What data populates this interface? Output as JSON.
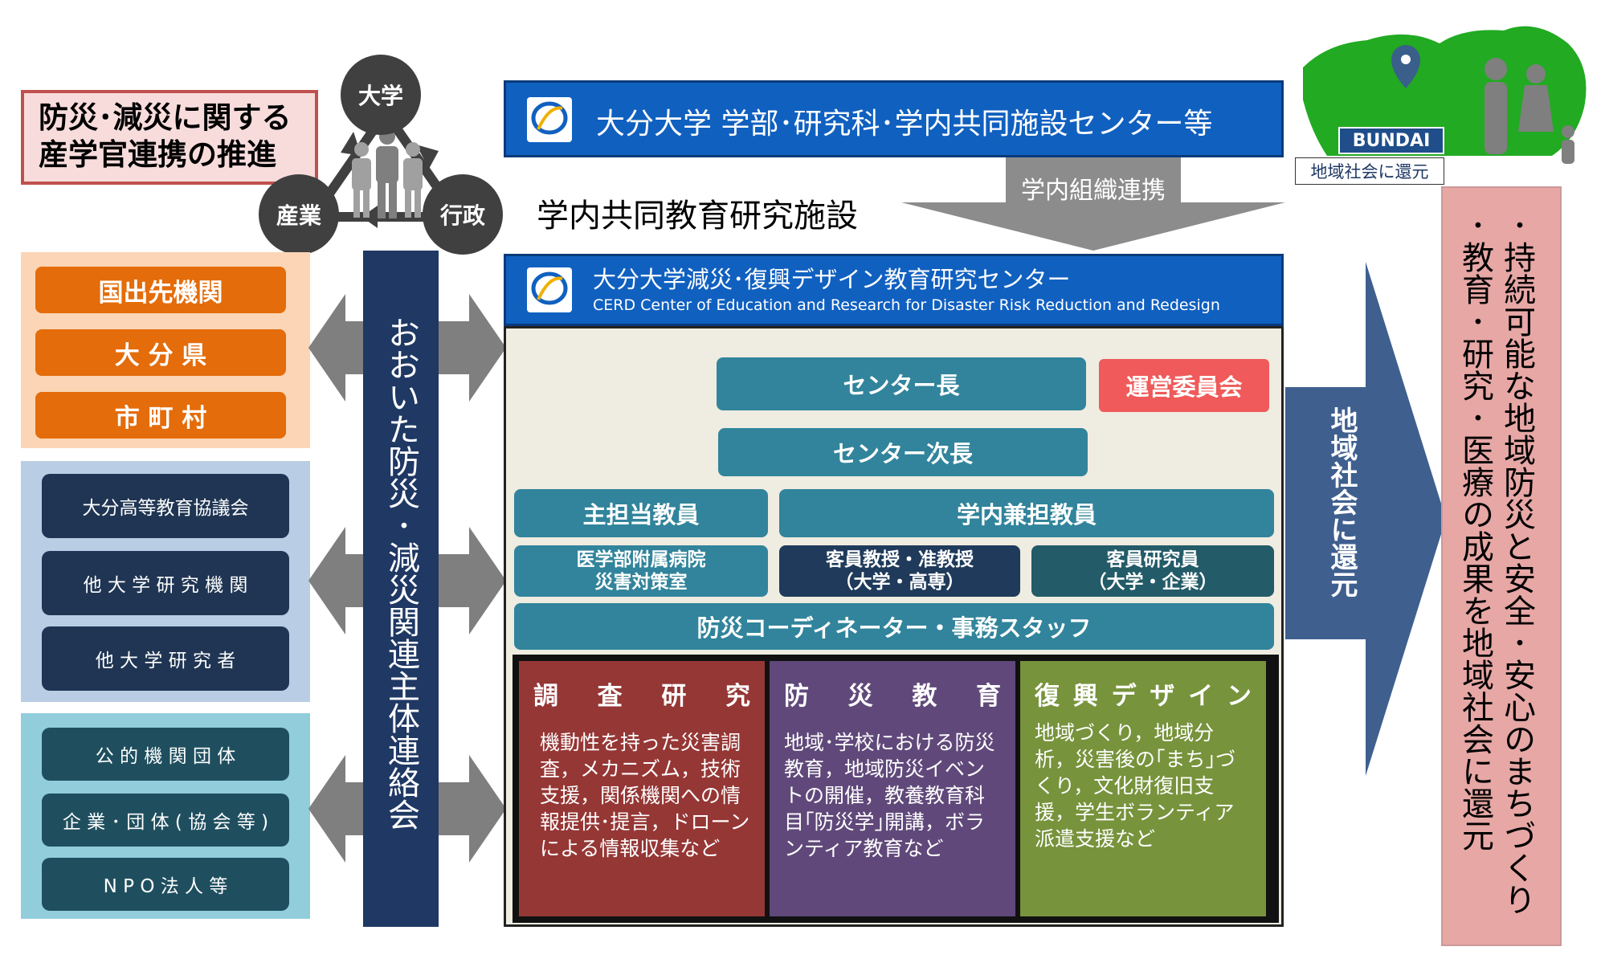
{
  "promo": {
    "line1": "防災･減災に関する",
    "line2": "産学官連携の推進"
  },
  "triad": {
    "university": "大学",
    "industry": "産業",
    "government": "行政"
  },
  "left_groups": {
    "group1": [
      "国出先機関",
      "大 分 県",
      "市 町 村"
    ],
    "group2": [
      "大分高等教育協議会",
      "他 大 学 研 究 機 関",
      "他 大 学 研 究 者"
    ],
    "group3": [
      "公 的 機 関 団 体",
      "企 業 ･ 団 体 ( 協 会 等 )",
      "N P O 法 人 等"
    ]
  },
  "liaison": {
    "label": "おおいた防災･減災関連主体連絡会"
  },
  "top_header": {
    "title": "大分大学 学部･研究科･学内共同施設センター等"
  },
  "internal": {
    "link_label": "学内組織連携",
    "facility_label": "学内共同教育研究施設"
  },
  "cerd": {
    "title_ja": "大分大学減災･復興デザイン教育研究センター",
    "title_en": "CERD Center of Education and Research for Disaster Risk Reduction and Redesign"
  },
  "org": {
    "director": "センター長",
    "committee": "運営委員会",
    "vice_director": "センター次長",
    "main_faculty": "主担当教員",
    "joint_faculty": "学内兼担教員",
    "hospital_line1": "医学部附属病院",
    "hospital_line2": "災害対策室",
    "visiting_prof_line1": "客員教授・准教授",
    "visiting_prof_line2": "（大学・高専）",
    "visiting_res_line1": "客員研究員",
    "visiting_res_line2": "（大学・企業）",
    "coordinator": "防災コーディネーター・事務スタッフ"
  },
  "columns": {
    "research": {
      "title_chars": [
        "調",
        "査",
        "研",
        "究"
      ],
      "text": "機動性を持った災害調査，メカニズム，技術支援，関係機関への情報提供･提言，ドローンによる情報収集など"
    },
    "education": {
      "title_chars": [
        "防",
        "災",
        "教",
        "育"
      ],
      "text": "地域･学校における防災教育，地域防災イベントの開催，教養教育科目｢防災学｣開講，ボランティア教育など"
    },
    "design": {
      "title_chars": [
        "復",
        "興",
        "デ",
        "ザ",
        "イ",
        "ン"
      ],
      "text": "地域づくり，地域分析，災害後の｢まち｣づくり，文化財復旧支援，学生ボランティア派遣支援など"
    }
  },
  "return_arrow": {
    "label": "地域社会に還元"
  },
  "right_band": {
    "line1": "･持続可能な地域防災と安全･安心のまちづくり",
    "line2": "･教育･研究･医療の成果を地域社会に還元"
  },
  "bundai": {
    "logo_text": "BUNDAI",
    "caption": "地域社会に還元"
  },
  "colors": {
    "blue_header": "#1060c0",
    "orange": "#e46c0a",
    "teal": "#31849b",
    "research": "#953735",
    "education": "#60497a",
    "design": "#77933c",
    "arrow_gray": "#7f7f7f",
    "arrow_blue": "#3f5f8f"
  }
}
